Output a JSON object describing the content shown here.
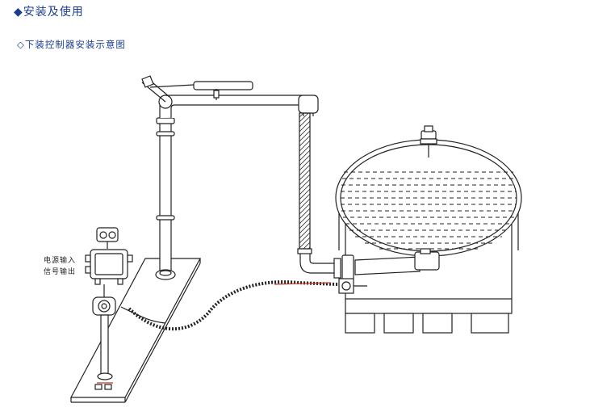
{
  "section_title": "◆安装及使用",
  "subsection_title": "◇下装控制器安装示意图",
  "labels": {
    "power_input": "电源输入",
    "signal_output": "信号输出"
  },
  "colors": {
    "heading": "#1a3d8f",
    "line": "#222222",
    "cable_highlight": "#c8382a",
    "indicator": "#4aa3a0"
  },
  "icons": [
    "junction-box-icon",
    "gauge-icon",
    "tank-icon",
    "loading-arm-icon",
    "spiral-cable-icon"
  ]
}
